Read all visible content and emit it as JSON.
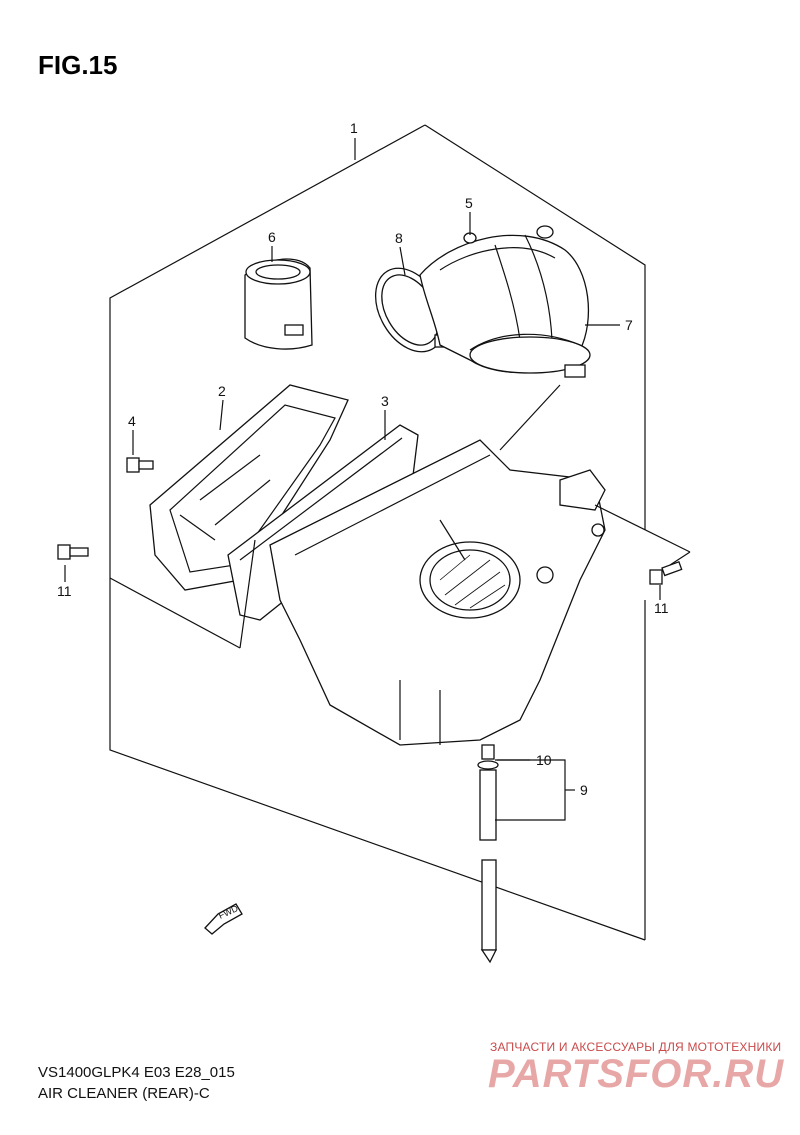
{
  "figure": {
    "title": "FIG.15"
  },
  "callouts": [
    {
      "id": "c1",
      "text": "1"
    },
    {
      "id": "c2",
      "text": "2"
    },
    {
      "id": "c3",
      "text": "3"
    },
    {
      "id": "c4",
      "text": "4"
    },
    {
      "id": "c5",
      "text": "5"
    },
    {
      "id": "c6",
      "text": "6"
    },
    {
      "id": "c7",
      "text": "7"
    },
    {
      "id": "c8",
      "text": "8"
    },
    {
      "id": "c9",
      "text": "9"
    },
    {
      "id": "c10",
      "text": "10"
    },
    {
      "id": "c11a",
      "text": "11"
    },
    {
      "id": "c11b",
      "text": "11"
    }
  ],
  "fwd_arrow": {
    "text": "FWD",
    "icon": "fwd-arrow-icon"
  },
  "footer": {
    "model_code": "VS1400GLPK4 E03 E28_015",
    "section_name": "AIR CLEANER (REAR)-C"
  },
  "watermark": {
    "subtitle": "ЗАПЧАСТИ И АКСЕССУАРЫ ДЛЯ МОТОТЕХНИКИ",
    "brand": "PARTSFOR.RU",
    "color": "#e8a7a7"
  }
}
